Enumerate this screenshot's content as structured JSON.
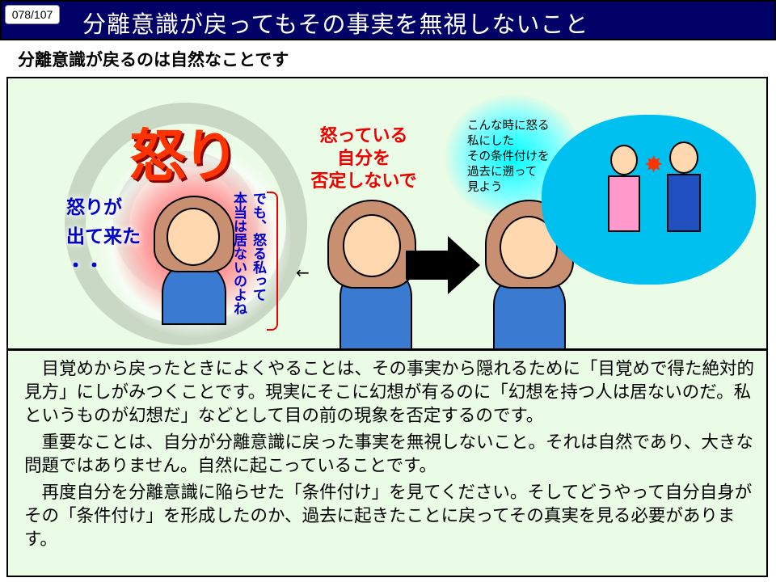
{
  "header": {
    "page_number": "078/107",
    "title": "分離意識が戻ってもその事実を無視しないこと"
  },
  "subtitle": "分離意識が戻るのは自然なことです",
  "illustration": {
    "anger_word": "怒り",
    "anger_came": [
      "怒りが",
      "出て来た",
      "・・"
    ],
    "vertical_thought": [
      "でも、怒る私って",
      "本当は居ないのよね"
    ],
    "red_message": [
      "怒っている",
      "自分を",
      "否定しないで"
    ],
    "bubble_text": [
      "こんな時に怒る",
      "私にした",
      "その条件付けを",
      "過去に遡って",
      "見よう"
    ]
  },
  "body_paragraphs": [
    "目覚めから戻ったときによくやることは、その事実から隠れるために「目覚めで得た絶対的見方」にしがみつくことです。現実にそこに幻想が有るのに「幻想を持つ人は居ないのだ。私というものが幻想だ」などとして目の前の現象を否定するのです。",
    "重要なことは、自分が分離意識に戻った事実を無視しないこと。それは自然であり、大きな問題ではありません。自然に起こっていることです。",
    "再度自分を分離意識に陥らせた「条件付け」を見てください。そしてどうやって自分自身がその「条件付け」を形成したのか、過去に起きたことに戻ってその真実を見る必要があります。"
  ]
}
